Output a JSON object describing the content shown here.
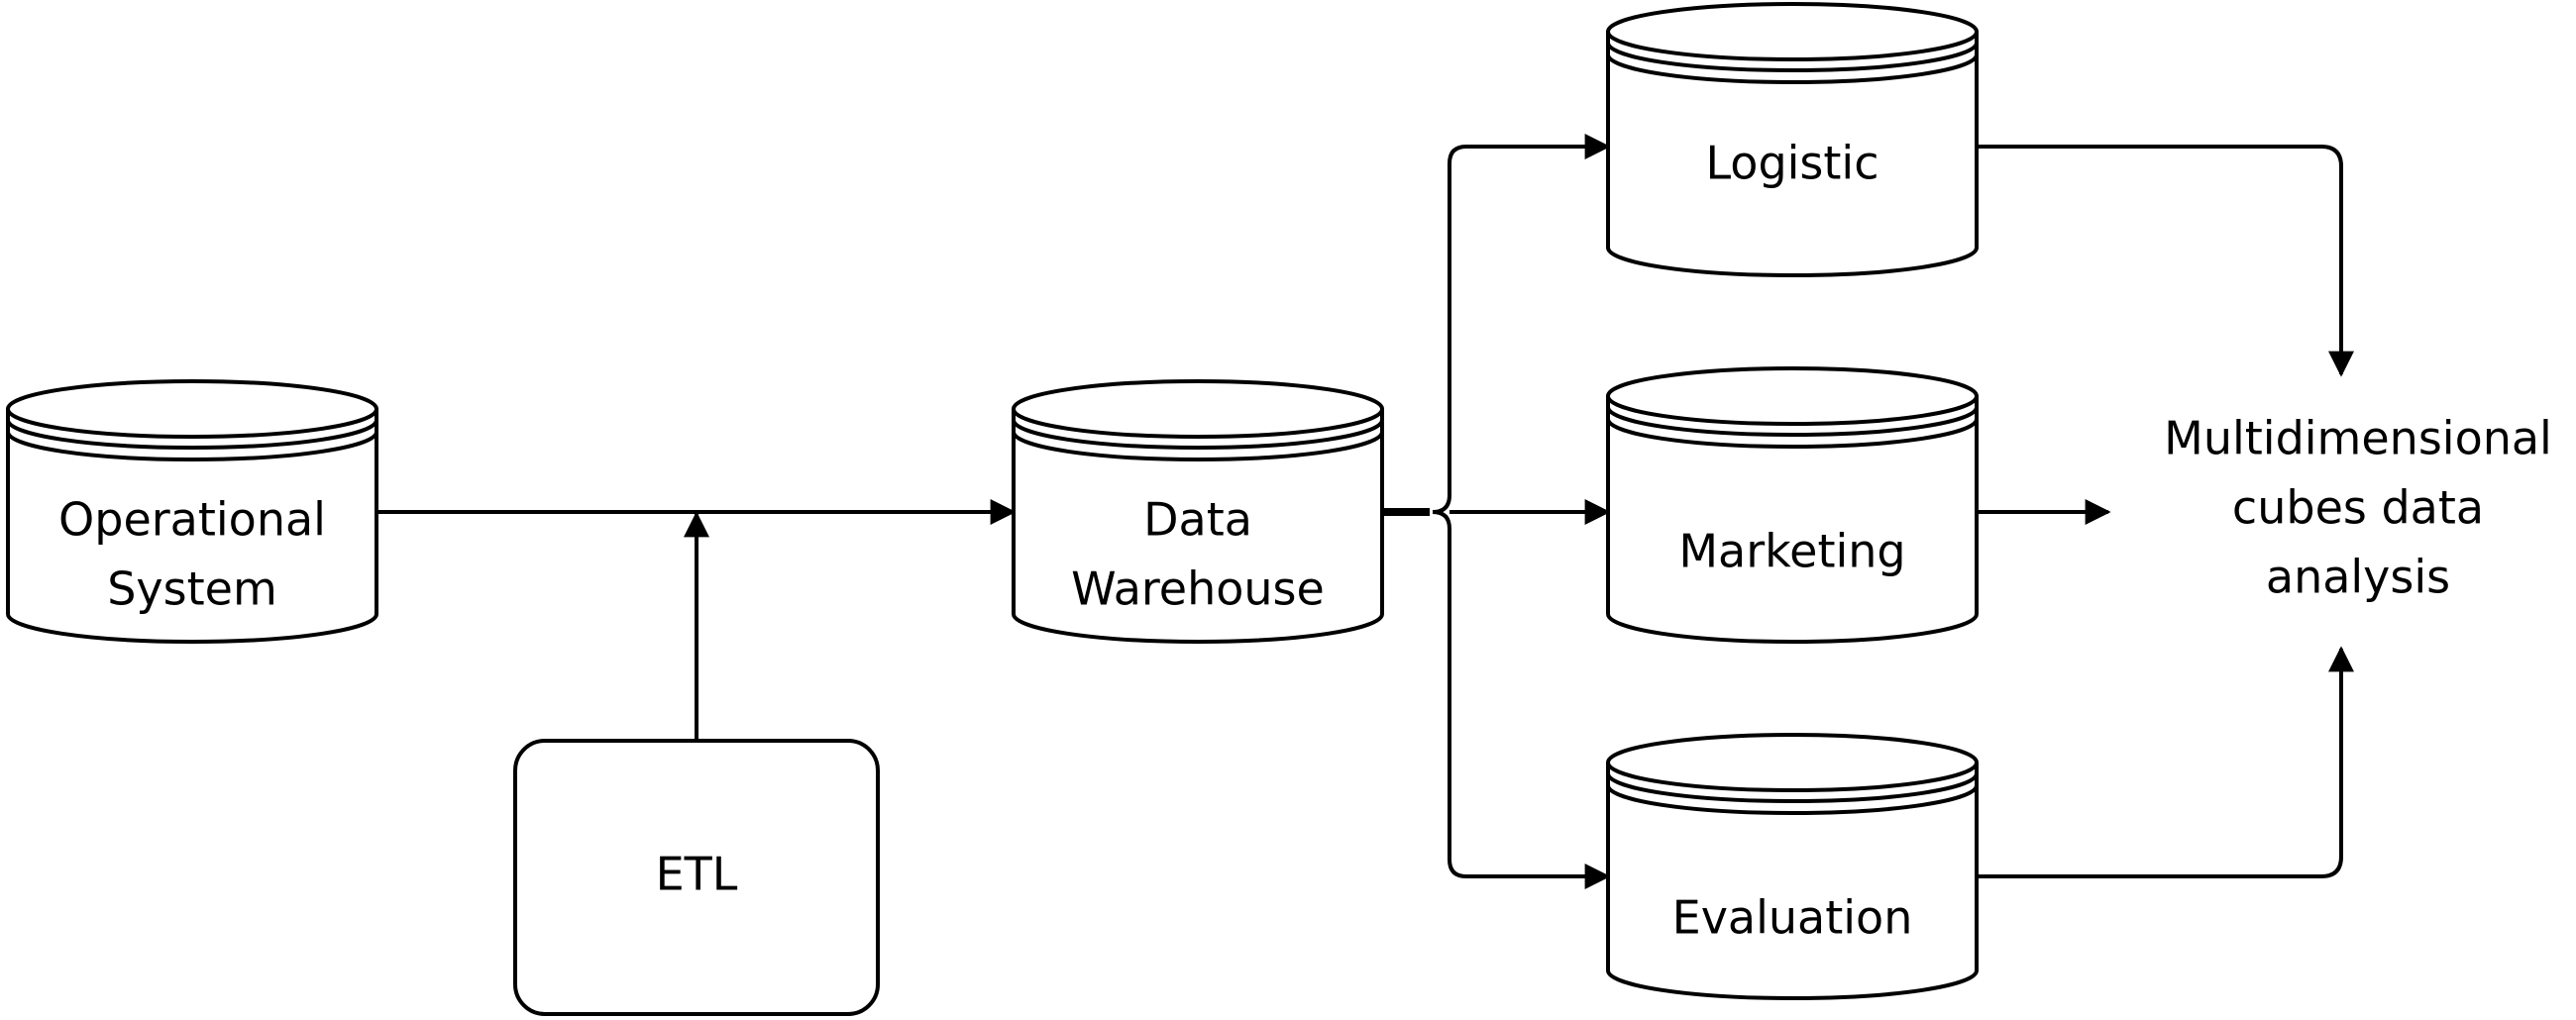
{
  "nodes": {
    "operational_system": {
      "line1": "Operational",
      "line2": "System"
    },
    "etl": {
      "label": "ETL"
    },
    "data_warehouse": {
      "line1": "Data",
      "line2": "Warehouse"
    },
    "logistic": {
      "label": "Logistic"
    },
    "marketing": {
      "label": "Marketing"
    },
    "evaluation": {
      "label": "Evaluation"
    },
    "analysis": {
      "line1": "Multidimensional",
      "line2": "cubes data",
      "line3": "analysis"
    }
  }
}
